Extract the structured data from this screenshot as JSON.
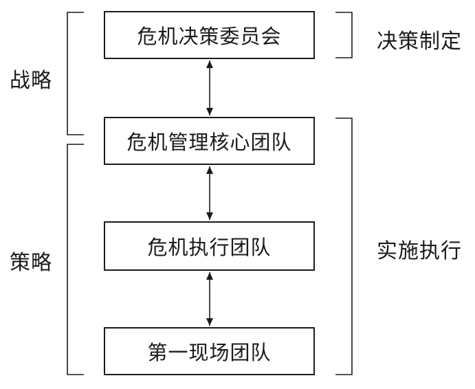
{
  "diagram": {
    "boxes": [
      {
        "label": "危机决策委员会"
      },
      {
        "label": "危机管理核心团队"
      },
      {
        "label": "危机执行团队"
      },
      {
        "label": "第一现场团队"
      }
    ],
    "left_labels": {
      "strategic": "战略",
      "tactical": "策略"
    },
    "right_labels": {
      "decision": "决策制定",
      "execution": "实施执行"
    },
    "connectors": [
      {
        "from": "危机决策委员会",
        "to": "危机管理核心团队",
        "direction": "both"
      },
      {
        "from": "危机管理核心团队",
        "to": "危机执行团队",
        "direction": "both"
      },
      {
        "from": "危机执行团队",
        "to": "第一现场团队",
        "direction": "both"
      }
    ],
    "colors": {
      "line": "#1a1a1a",
      "background": "#ffffff"
    }
  }
}
